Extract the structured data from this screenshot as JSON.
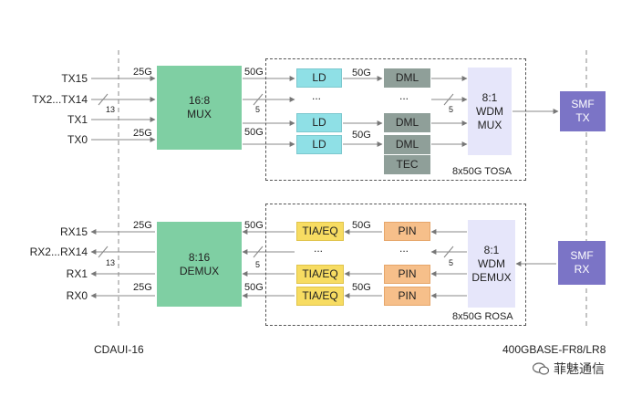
{
  "tosa": {
    "inputs": [
      "TX15",
      "TX2...TX14",
      "TX1",
      "TX0"
    ],
    "input_rate": "25G",
    "bus_width_in": "13",
    "mux": "16:8\nMUX",
    "lane_rate": "50G",
    "bus_width_mid": "5",
    "ld": "LD",
    "dml": "DML",
    "tec": "TEC",
    "ellipsis": "...",
    "wdm": "8:1\nWDM\nMUX",
    "smf": "SMF\nTX",
    "module_label": "8x50G TOSA"
  },
  "rosa": {
    "outputs": [
      "RX15",
      "RX2...RX14",
      "RX1",
      "RX0"
    ],
    "output_rate": "25G",
    "bus_width_out": "13",
    "demux": "8:16\nDEMUX",
    "lane_rate": "50G",
    "bus_width_mid": "5",
    "tia": "TIA/EQ",
    "pin": "PIN",
    "ellipsis": "...",
    "wdm": "8:1\nWDM\nDEMUX",
    "smf": "SMF\nRX",
    "module_label": "8x50G ROSA"
  },
  "footer": {
    "left": "CDAUI-16",
    "right": "400GBASE-FR8/LR8",
    "watermark": "菲魅通信"
  }
}
